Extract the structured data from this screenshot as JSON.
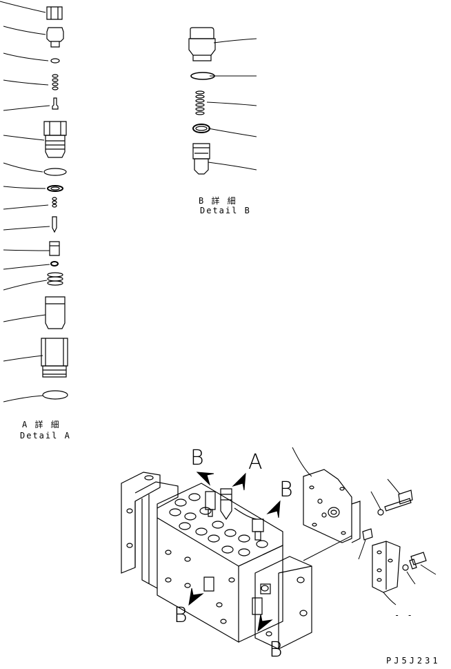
{
  "detail_a": {
    "jp": "A 詳 細",
    "en": "Detail A"
  },
  "detail_b": {
    "jp": "B 詳 細",
    "en": "Detail B"
  },
  "callouts": {
    "a": "A",
    "b": "B"
  },
  "note_dashes": "- -",
  "drawing_code": "PJ5J231"
}
